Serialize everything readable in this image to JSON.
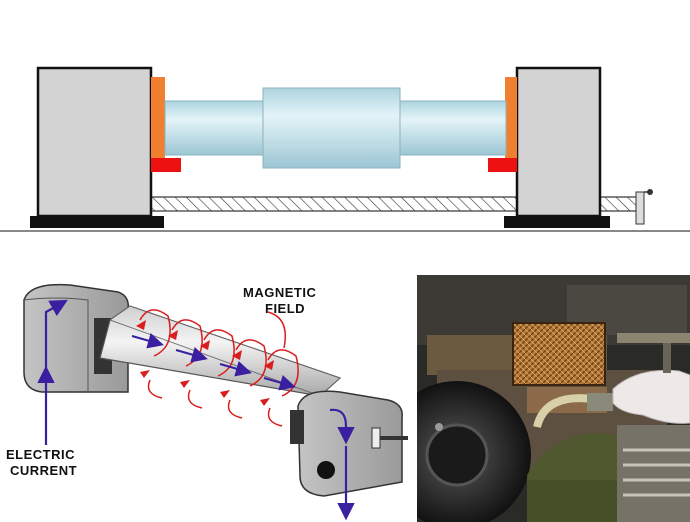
{
  "labels": {
    "magnetic_field_line1": "MAGNETIC",
    "magnetic_field_line2": "FIELD",
    "electric_current_line1": "ELECTRIC",
    "electric_current_line2": "CURRENT"
  },
  "colors": {
    "headstock": "#d3d3d3",
    "contact_pad": "#f08030",
    "clamp": "#ee1111",
    "shaft": "#bfe0ea",
    "current_arrow": "#3a1fa0",
    "field_arrow": "#d81e1e"
  }
}
